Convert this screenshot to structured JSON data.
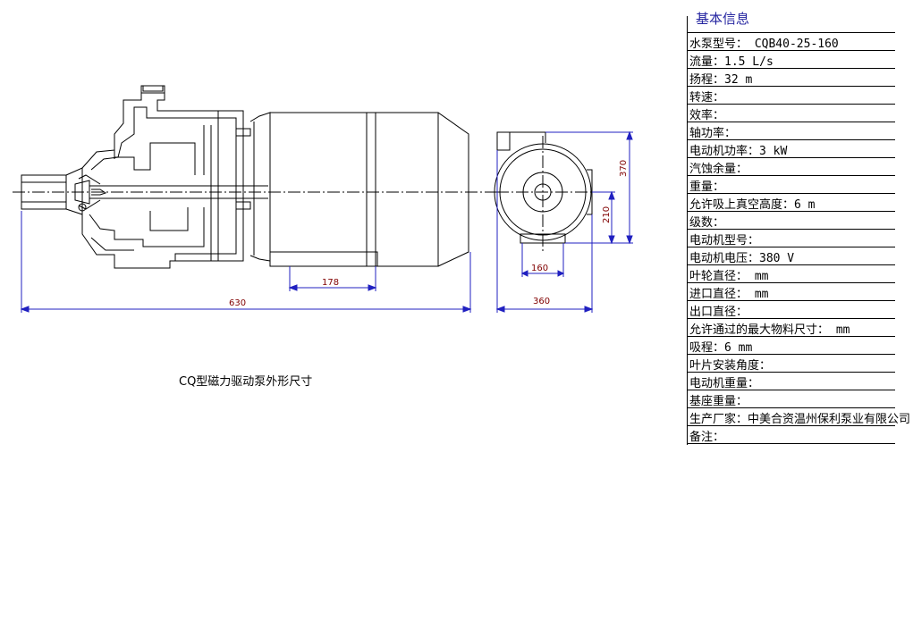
{
  "drawing": {
    "caption": "CQ型磁力驱动泵外形尺寸",
    "dimensions": {
      "overall_length": "630",
      "motor_base_span": "178",
      "end_width": "360",
      "base_hole_span": "160",
      "overall_height": "370",
      "shaft_center_height": "210"
    },
    "colors": {
      "line": "#000000",
      "dimension": "#2020c0",
      "dimension_text": "#800000"
    }
  },
  "info_panel": {
    "title": "基本信息",
    "rows": [
      "水泵型号： CQB40-25-160",
      "流量：1.5 L/s",
      "扬程：32 m",
      "转速：",
      "效率：",
      "轴功率：",
      "电动机功率：3 kW",
      "汽蚀余量：",
      "重量：",
      "允许吸上真空高度：6 m",
      "级数：",
      "电动机型号：",
      "电动机电压：380 V",
      "叶轮直径：  mm",
      "进口直径：  mm",
      "出口直径：",
      "允许通过的最大物料尺寸：  mm",
      "吸程：6 mm",
      "叶片安装角度：",
      "电动机重量：",
      "基座重量：",
      "生产厂家：中美合资温州保利泵业有限公司",
      "备注："
    ]
  }
}
